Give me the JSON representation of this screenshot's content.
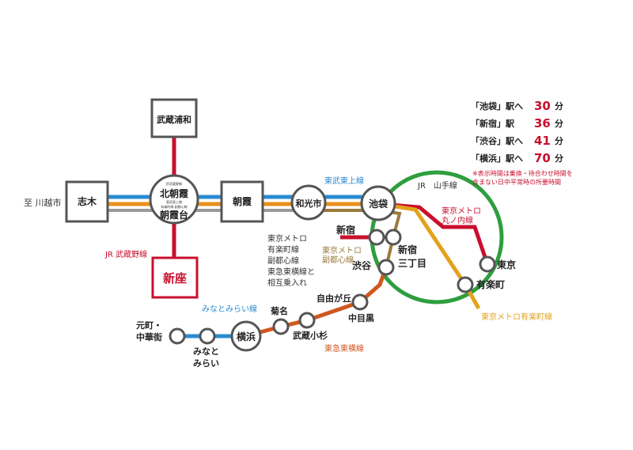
{
  "colors": {
    "tobu_tojo": "#2a8bd0",
    "tobu_tojo_2": "#e88f1a",
    "gray_line": "#9a9a9a",
    "jr_musashino": "#c8102e",
    "yamanote": "#2e9e3e",
    "marunouchi": "#c8102e",
    "yurakucho": "#e2a21b",
    "fukutoshin": "#9b7a3c",
    "toyoko": "#d0571e",
    "minatomirai": "#2a8bd0",
    "accent_red": "#c8102e"
  },
  "prefix_label": "至 川越市",
  "stations": {
    "musashiurawa": "武蔵浦和",
    "shiki": "志木",
    "kitaasaka": "北朝霞",
    "asakadai": "朝霞台",
    "kitaasaka_lines": [
      "JR武蔵野線",
      "東武東上線",
      "有楽町線 副都心線"
    ],
    "asaka": "朝霞",
    "niiza": "新座",
    "wakoshi": "和光市",
    "ikebukuro": "池袋",
    "shinjuku": "新宿",
    "shinjuku_sanchome": "新宿三丁目",
    "shibuya": "渋谷",
    "tokyo": "東京",
    "yurakucho": "有楽町",
    "jiyugaoka": "自由が丘",
    "nakameguro": "中目黒",
    "kikuna": "菊名",
    "musashikosugi": "武蔵小杉",
    "yokohama": "横浜",
    "motomachi_chukagai": "元町・中華街",
    "minatomirai": "みなとみらい"
  },
  "line_labels": {
    "tobu_tojo": "東武東上線",
    "jr_musashino": "JR 武蔵野線",
    "yamanote": "JR　山手線",
    "marunouchi": "東京メトロ丸ノ内線",
    "fukutoshin": "東京メトロ副都心線",
    "yurakucho": "東京メトロ有楽町線",
    "toyoko": "東急東横線",
    "minatomirai": "みなとみらい線",
    "wakoshi_through": [
      "東京メトロ",
      "有楽町線",
      "副都心線",
      "東急東横線と",
      "相互乗入れ"
    ]
  },
  "travel_times": [
    {
      "station": "「池袋」駅へ",
      "minutes": "30",
      "unit": "分"
    },
    {
      "station": "「新宿」駅",
      "minutes": "36",
      "unit": "分"
    },
    {
      "station": "「渋谷」駅へ",
      "minutes": "41",
      "unit": "分"
    },
    {
      "station": "「横浜」駅へ",
      "minutes": "70",
      "unit": "分"
    }
  ],
  "note": [
    "※表示時間は乗換・待合わせ時間を",
    "含まない日中平常時の所要時間"
  ]
}
